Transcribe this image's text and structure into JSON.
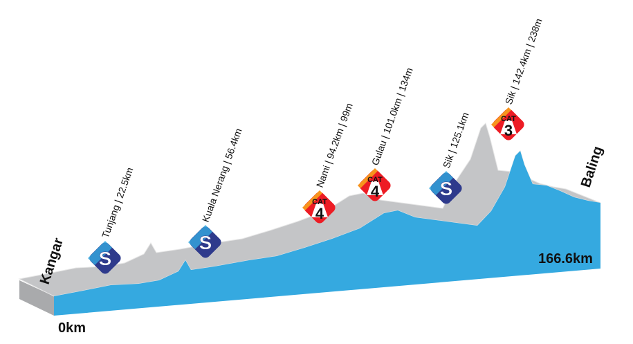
{
  "start": {
    "town": "Kangar",
    "distance": "0km"
  },
  "finish": {
    "town": "Baling",
    "distance": "166.6km"
  },
  "colors": {
    "profile": "#35a9e0",
    "side": "#c4c5c7",
    "sprint": "#2e3a8c",
    "kom_orange": "#f7941d",
    "kom_red": "#ed1c24"
  },
  "markers": [
    {
      "type": "sprint",
      "icon": "S",
      "label": "Tunjang | 22.5km"
    },
    {
      "type": "sprint",
      "icon": "S",
      "label": "Kuala Nerang | 56.4km"
    },
    {
      "type": "kom",
      "cat_label": "CAT",
      "cat": "4",
      "label": "Nami | 94.2km | 99m"
    },
    {
      "type": "kom",
      "cat_label": "CAT",
      "cat": "4",
      "label": "Gulau | 101.0km | 134m"
    },
    {
      "type": "sprint",
      "icon": "S",
      "label": "Sik | 125.1km"
    },
    {
      "type": "kom",
      "cat_label": "CAT",
      "cat": "3",
      "label": "Sik | 142.4km | 238m"
    }
  ]
}
